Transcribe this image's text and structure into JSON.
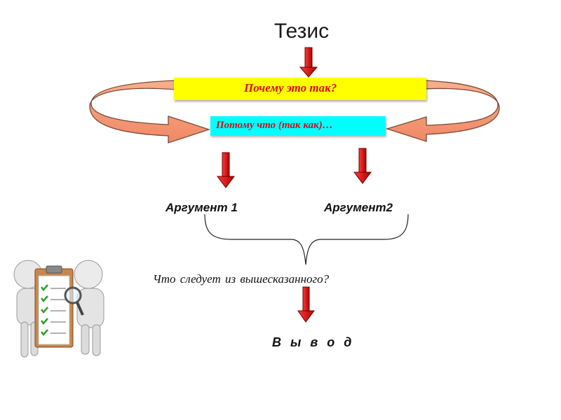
{
  "diagram": {
    "thesis": "Тезис",
    "question": "Почему это так?",
    "because": "Потому что (так как)…",
    "argument_1": "Аргумент 1",
    "argument_2": "Аргумент2",
    "conclusion_question": "Что  следует из вышесказанного?",
    "conclusion": "В ы в о д"
  },
  "colors": {
    "question_bar": "#ffff00",
    "because_bar": "#00ffff",
    "accent_text": "#d01010",
    "arrow_red": "#e01010",
    "loop_arrow": "#f5a080"
  },
  "icons": {
    "illustration": "people-with-checklist-clipboard-icon"
  }
}
